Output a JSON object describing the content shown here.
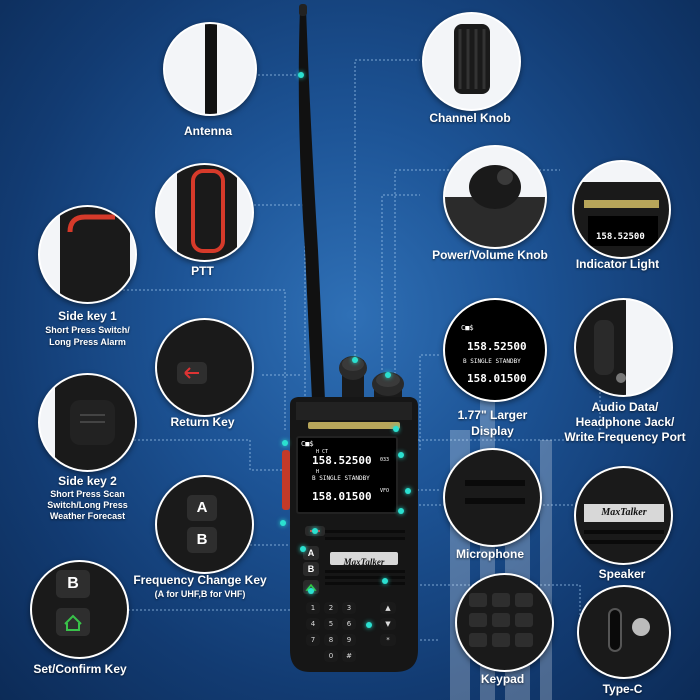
{
  "labels": {
    "antenna": "Antenna",
    "channel_knob": "Channel Knob",
    "ptt": "PTT",
    "power_volume_knob": "Power/Volume Knob",
    "indicator_light": "Indicator Light",
    "side_key_1": "Side key 1",
    "side_key_1_desc_1": "Short Press Switch/",
    "side_key_1_desc_2": "Long Press Alarm",
    "return_key": "Return Key",
    "display_1": "1.77\" Larger",
    "display_2": "Display",
    "audio_1": "Audio Data/",
    "audio_2": "Headphone Jack/",
    "audio_3": "Write Frequency Port",
    "side_key_2": "Side key 2",
    "side_key_2_desc_1": "Short Press Scan",
    "side_key_2_desc_2": "Switch/Long Press",
    "side_key_2_desc_3": "Weather Forecast",
    "microphone": "Microphone",
    "frequency_change_key": "Frequency Change Key",
    "frequency_change_desc": "(A for UHF,B for VHF)",
    "speaker": "Speaker",
    "set_confirm_key": "Set/Confirm Key",
    "keypad": "Keypad",
    "type_c": "Type-C"
  },
  "brand": "MaxTalker",
  "display": {
    "status": "C■$",
    "freq_a": "158.52500",
    "ch_a": "033",
    "mode": "B SINGLE STANDBY",
    "freq_b": "158.01500",
    "vfo": "VFO",
    "hct": "H  CT",
    "h": "H"
  },
  "keys": [
    "1",
    "2",
    "3",
    "▲",
    "4",
    "5",
    "6",
    "▼",
    "7",
    "8",
    "9",
    "*",
    "0",
    "#"
  ],
  "ab_keys": {
    "a": "A",
    "b": "B"
  },
  "colors": {
    "background": "#1d5496",
    "accent": "#2be0d0",
    "screen_text": "#ffffff"
  }
}
